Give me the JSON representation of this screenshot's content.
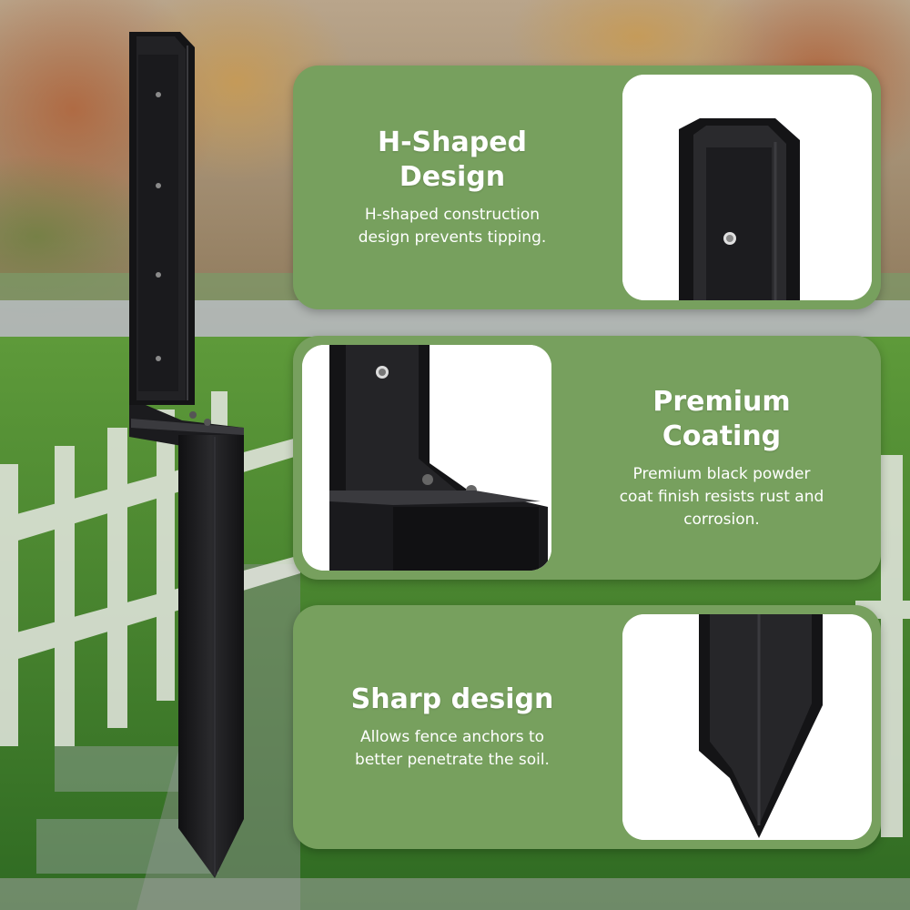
{
  "features": [
    {
      "title_line1": "H-Shaped",
      "title_line2": "Design",
      "desc_line1": "H-shaped construction",
      "desc_line2": "design prevents tipping."
    },
    {
      "title_line1": "Premium",
      "title_line2": "Coating",
      "desc_line1": "Premium black powder",
      "desc_line2": "coat finish resists rust and",
      "desc_line3": "corrosion."
    },
    {
      "title_line1": "Sharp design",
      "desc_line1": "Allows fence anchors to",
      "desc_line2": "better penetrate the soil."
    }
  ],
  "colors": {
    "card_green": "#77a05e",
    "text": "#ffffff",
    "metal": "#1c1c1e"
  },
  "icons": [
    "fence-anchor-product",
    "h-shape-closeup",
    "coating-closeup",
    "sharp-tip-closeup"
  ]
}
